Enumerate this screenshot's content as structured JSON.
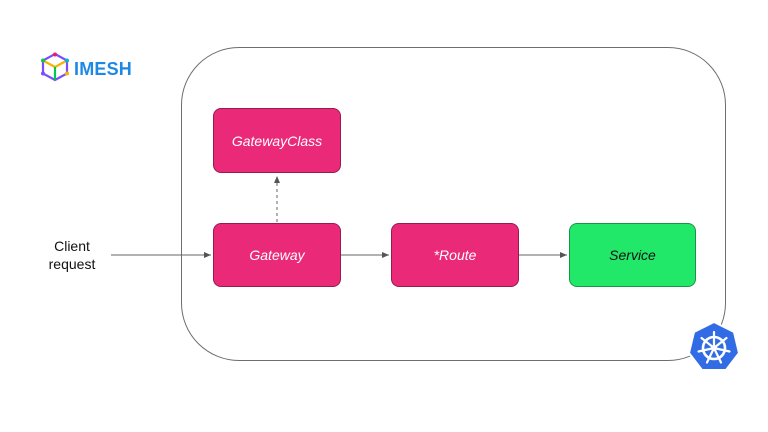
{
  "brand": {
    "name": "IMESH",
    "text_color": "#1e88e5",
    "icon": "cube-network-icon"
  },
  "client": {
    "line1": "Client",
    "line2": "request"
  },
  "nodes": {
    "gateway_class": "GatewayClass",
    "gateway": "Gateway",
    "route": "*Route",
    "service": "Service"
  },
  "colors": {
    "resource_pink": "#ea2a79",
    "service_green": "#22e86a",
    "kubernetes_blue": "#326ce5"
  },
  "edges": [
    {
      "from": "client",
      "to": "gateway",
      "style": "solid"
    },
    {
      "from": "gateway",
      "to": "gateway_class",
      "style": "dashed"
    },
    {
      "from": "gateway",
      "to": "route",
      "style": "solid"
    },
    {
      "from": "route",
      "to": "service",
      "style": "solid"
    }
  ],
  "kubernetes_logo": "kubernetes-helm-icon"
}
